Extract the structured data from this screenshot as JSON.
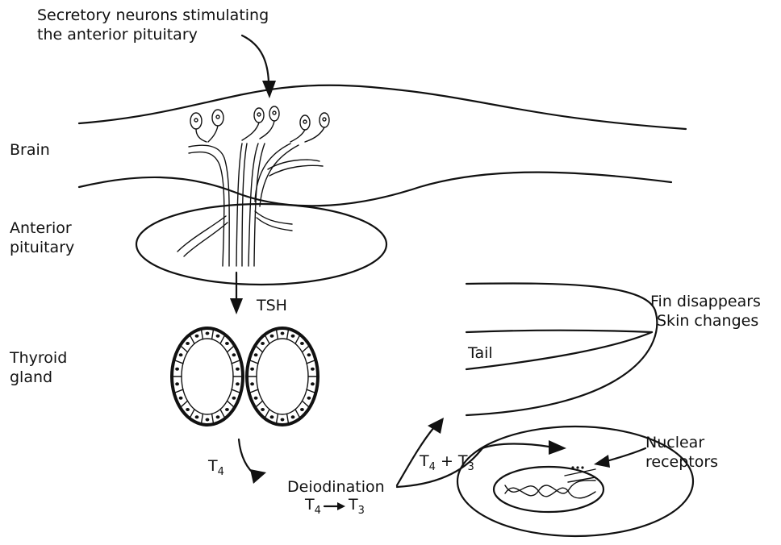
{
  "labels": {
    "secretory_line1": "Secretory neurons stimulating",
    "secretory_line2": "the anterior pituitary",
    "brain": "Brain",
    "anterior_line1": "Anterior",
    "anterior_line2": "pituitary",
    "tsh": "TSH",
    "thyroid_line1": "Thyroid",
    "thyroid_line2": "gland",
    "t4_base": "T",
    "t4_sub": "4",
    "deiodination": "Deiodination",
    "conv_t4_base": "T",
    "conv_t4_sub": "4",
    "conv_t3_base": "T",
    "conv_t3_sub": "3",
    "t4t3_t4_base": "T",
    "t4t3_t4_sub": "4",
    "t4t3_plus": "+",
    "t4t3_t3_base": "T",
    "t4t3_t3_sub": "3",
    "tail": "Tail",
    "fin_disappears": "Fin disappears",
    "skin_changes": "Skin changes",
    "nuclear_line1": "Nuclear",
    "nuclear_line2": "receptors"
  }
}
